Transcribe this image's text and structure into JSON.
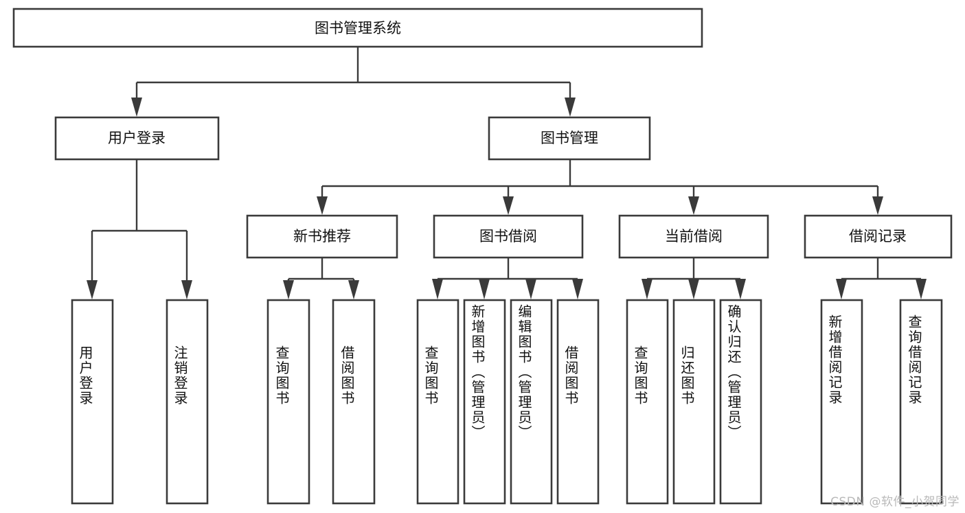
{
  "diagram": {
    "title": "图书管理系统",
    "type": "tree",
    "orientation": "top-down",
    "colors": {
      "box_stroke": "#3a3a3a",
      "box_fill": "#ffffff",
      "connector": "#3a3a3a",
      "text": "#111111",
      "background": "#ffffff",
      "watermark": "#b9b9b9"
    },
    "root": {
      "label": "图书管理系统"
    },
    "level2": [
      {
        "label": "用户登录"
      },
      {
        "label": "图书管理"
      }
    ],
    "level3": [
      {
        "label": "新书推荐"
      },
      {
        "label": "图书借阅"
      },
      {
        "label": "当前借阅"
      },
      {
        "label": "借阅记录"
      }
    ],
    "leaves": {
      "user_login": [
        {
          "label": "用户登录"
        },
        {
          "label": "注销登录"
        }
      ],
      "new_book_recommend": [
        {
          "label": "查询图书"
        },
        {
          "label": "借阅图书"
        }
      ],
      "book_borrow": [
        {
          "label": "查询图书"
        },
        {
          "label": "新增图书（管理员）"
        },
        {
          "label": "编辑图书（管理员）"
        },
        {
          "label": "借阅图书"
        }
      ],
      "current_borrow": [
        {
          "label": "查询图书"
        },
        {
          "label": "归还图书"
        },
        {
          "label": "确认归还（管理员）"
        }
      ],
      "borrow_record": [
        {
          "label": "新增借阅记录"
        },
        {
          "label": "查询借阅记录"
        }
      ]
    }
  },
  "watermark": {
    "text": "CSDN @软件_小贺同学"
  }
}
